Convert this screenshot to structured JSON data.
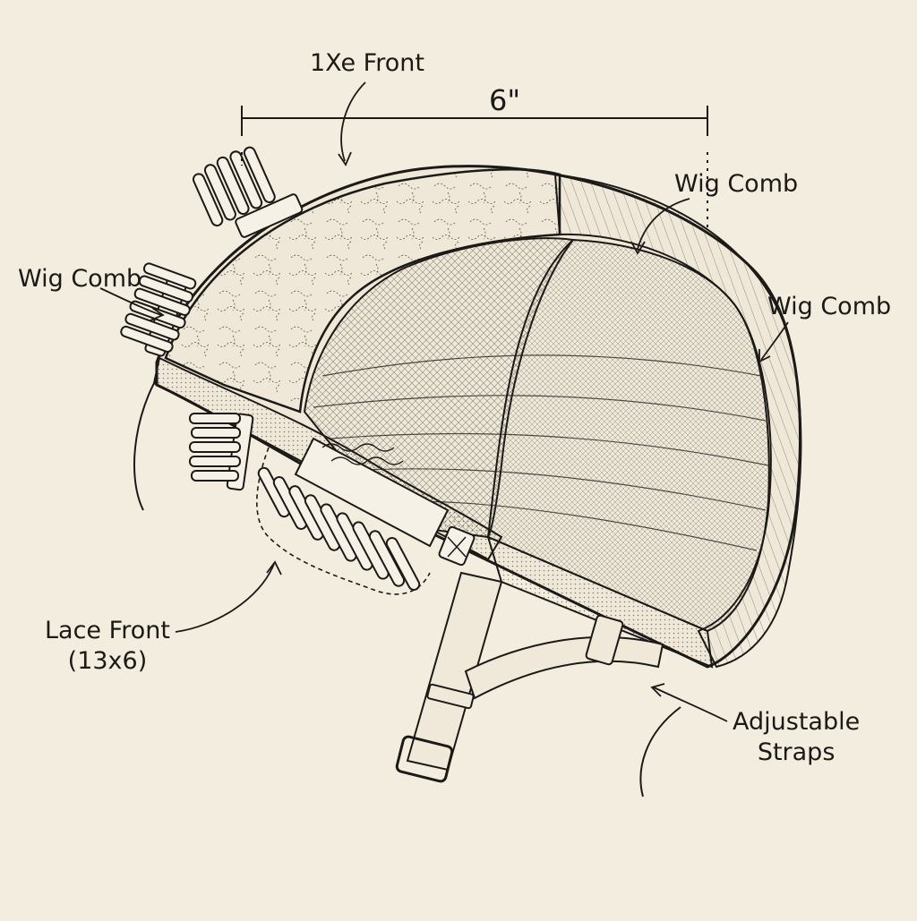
{
  "labels": {
    "top_front": "1Xe Front",
    "dimension": "6\"",
    "wig_comb_top_right": "Wig Comb",
    "wig_comb_left": "Wig Comb",
    "wig_comb_right": "Wig Comb",
    "lace_front_line1": "Lace Front",
    "lace_front_line2": "(13x6)",
    "adjustable_line1": "Adjustable",
    "adjustable_line2": "Straps"
  },
  "colors": {
    "paper": "#f3ede0",
    "ink": "#1c1a17",
    "lace": "#efe8d8",
    "mesh": "#d9d2c4",
    "band": "#cfc7b6"
  }
}
